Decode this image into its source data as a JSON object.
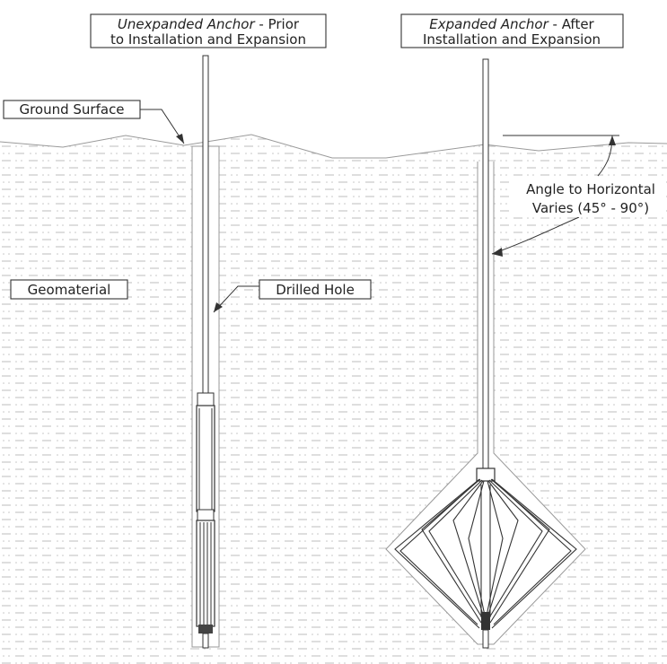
{
  "unexpanded": {
    "title_italic": "Unexpanded Anchor",
    "title_rest": " - Prior",
    "line2": "to Installation and Expansion"
  },
  "expanded": {
    "title_italic": "Expanded Anchor",
    "title_rest": " - After",
    "line2": "Installation and Expansion"
  },
  "labels": {
    "ground_surface": "Ground Surface",
    "geomaterial": "Geomaterial",
    "drilled_hole": "Drilled Hole",
    "angle_line1": "Angle to Horizontal",
    "angle_line2": "Varies (45° - 90°)"
  },
  "colors": {
    "line": "#333333",
    "ground_line": "#9a9a9a",
    "dots": "#bdbdbd"
  }
}
